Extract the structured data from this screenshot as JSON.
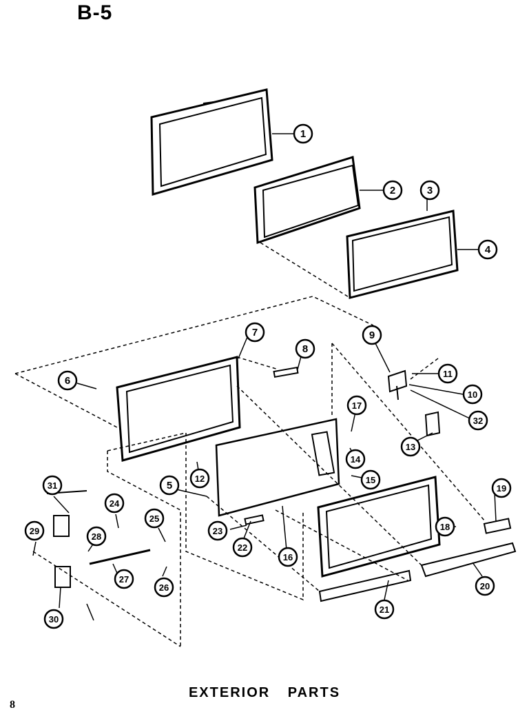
{
  "header": {
    "code": "B-5"
  },
  "footer": {
    "title": "EXTERIOR  PARTS",
    "page_number": "8"
  },
  "callouts": [
    "1",
    "2",
    "3",
    "4",
    "5",
    "6",
    "7",
    "8",
    "9",
    "10",
    "11",
    "12",
    "13",
    "14",
    "15",
    "16",
    "17",
    "18",
    "19",
    "20",
    "21",
    "22",
    "23",
    "24",
    "25",
    "26",
    "27",
    "28",
    "29",
    "30",
    "31",
    "32"
  ]
}
